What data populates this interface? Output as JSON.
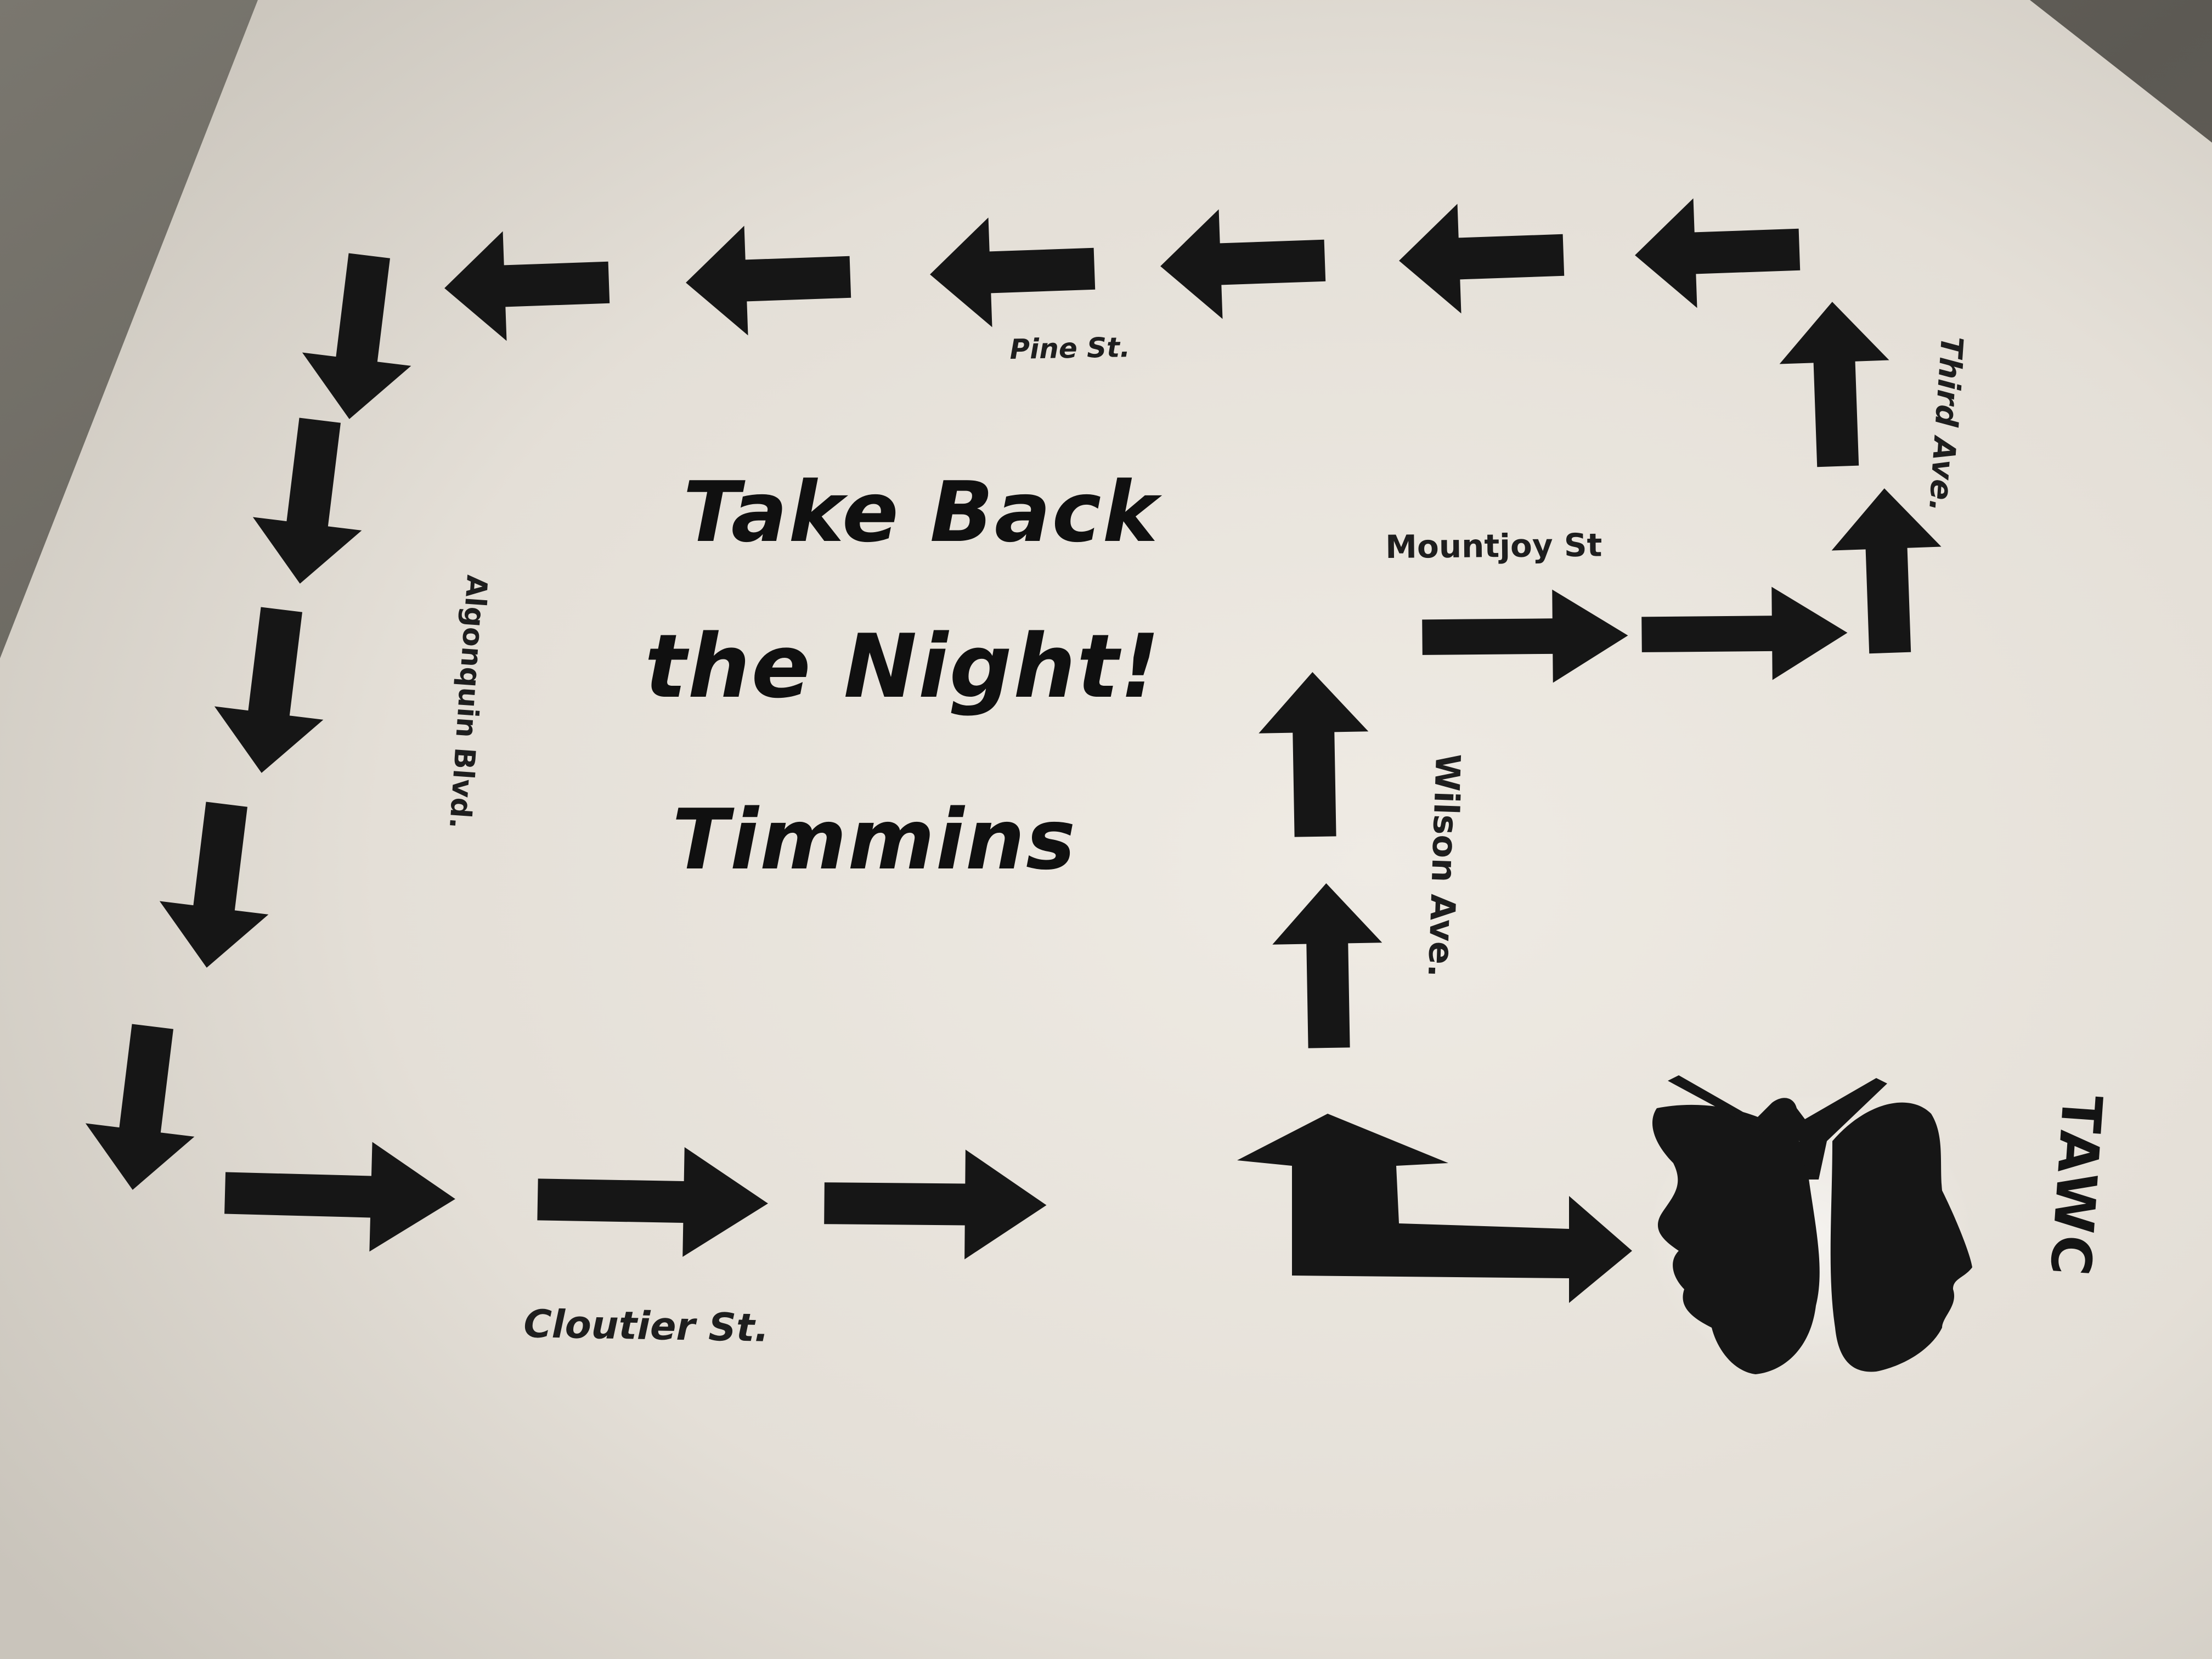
{
  "title": {
    "line1": "Take Back",
    "line2": "the Night!",
    "line3": "Timmins"
  },
  "streets": {
    "pine": "Pine St.",
    "third": "Third Ave.",
    "mountjoy": "Mountjoy St",
    "wilson": "Wilson Ave.",
    "algonquin": "Algonquin Blvd.",
    "cloutier": "Cloutier St."
  },
  "logo": {
    "text": "TAWC",
    "icon": "butterfly-faces-logo-icon"
  },
  "colors": {
    "paper": "#ebe7e0",
    "ink": "#161616",
    "fabric": "#6b6862"
  }
}
